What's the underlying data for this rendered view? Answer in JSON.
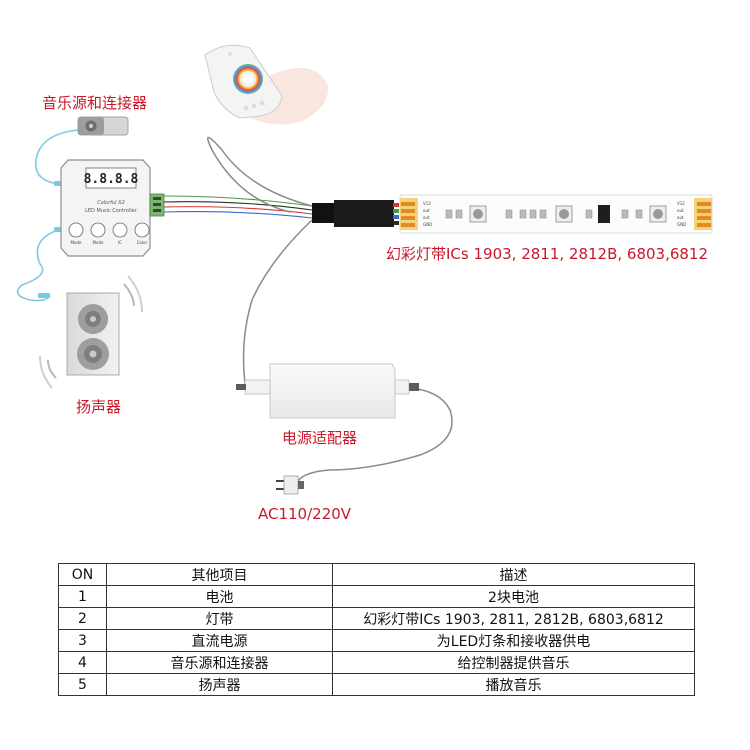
{
  "labels": {
    "music_source": "音乐源和连接器",
    "speaker": "扬声器",
    "strip_ics": "幻彩灯带ICs 1903, 2811, 2812B, 6803,6812",
    "power_adapter": "电源适配器",
    "ac_input": "AC110/220V"
  },
  "controller": {
    "brand": "Colorful X2",
    "model": "LED Music Controller",
    "display": "8.8.8.8",
    "buttons": [
      "Mode",
      "Mode",
      "IC",
      "Color"
    ]
  },
  "strip": {
    "pin_labels": [
      "V12",
      "out",
      "out",
      "GND"
    ]
  },
  "table": {
    "headers": [
      "ON",
      "其他项目",
      "描述"
    ],
    "rows": [
      {
        "no": "1",
        "item": "电池",
        "desc": "2块电池"
      },
      {
        "no": "2",
        "item": "灯带",
        "desc": "幻彩灯带ICs 1903, 2811, 2812B, 6803,6812"
      },
      {
        "no": "3",
        "item": "直流电源",
        "desc": "为LED灯条和接收器供电"
      },
      {
        "no": "4",
        "item": "音乐源和连接器",
        "desc": "给控制器提供音乐"
      },
      {
        "no": "5",
        "item": "扬声器",
        "desc": "播放音乐"
      }
    ]
  },
  "colors": {
    "label_red": "#c8182a",
    "cable_blue": "#7ec8e3",
    "strip_yellow": "#f4d27a",
    "wire_gray": "#8a8a8a"
  }
}
